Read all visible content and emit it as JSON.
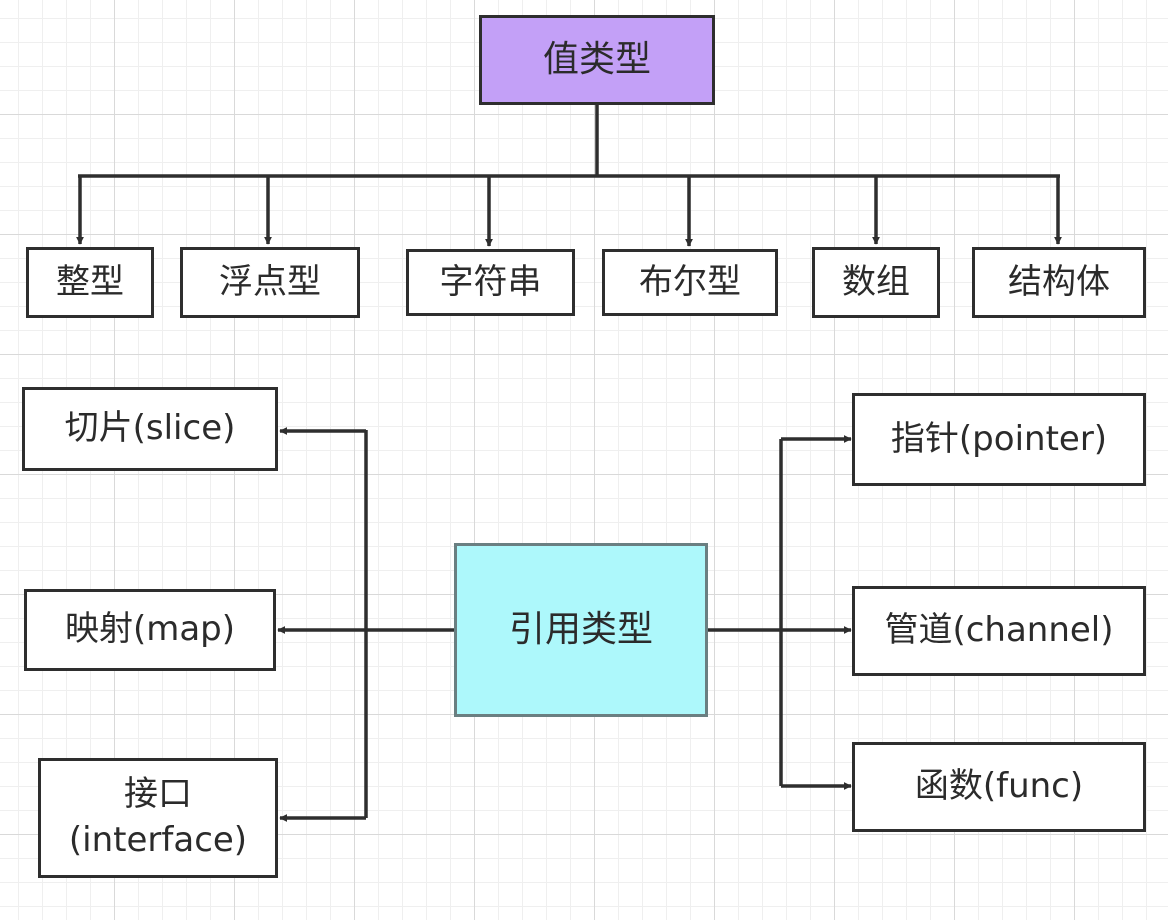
{
  "colors": {
    "value_root_fill": "#c3a0f7",
    "reference_root_fill": "#adf8fb",
    "line": "#2e2e2e"
  },
  "value_type": {
    "label": "值类型",
    "children": [
      "整型",
      "浮点型",
      "字符串",
      "布尔型",
      "数组",
      "结构体"
    ]
  },
  "reference_type": {
    "label": "引用类型",
    "left": [
      "切片(slice)",
      "映射(map)",
      "接口\n(interface)"
    ],
    "left_lines": {
      "interface_line1": "接口",
      "interface_line2": "(interface)"
    },
    "right": [
      "指针(pointer)",
      "管道(channel)",
      "函数(func)"
    ]
  }
}
